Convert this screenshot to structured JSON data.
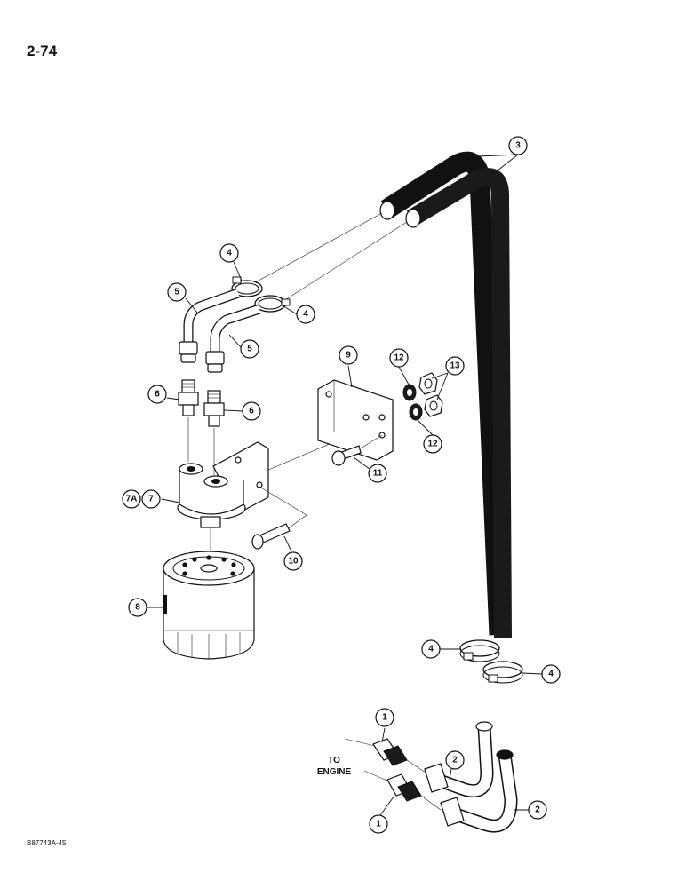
{
  "page": {
    "number": "2-74",
    "figure_code": "B87743A-45"
  },
  "notes": {
    "to_engine_line1": "TO",
    "to_engine_line2": "ENGINE"
  },
  "callouts": {
    "c1a": "1",
    "c1b": "1",
    "c2a": "2",
    "c2b": "2",
    "c3": "3",
    "c4a": "4",
    "c4b": "4",
    "c4c": "4",
    "c4d": "4",
    "c5a": "5",
    "c5b": "5",
    "c6a": "6",
    "c6b": "6",
    "c7a": "7A",
    "c7": "7",
    "c8": "8",
    "c9": "9",
    "c10": "10",
    "c11": "11",
    "c12a": "12",
    "c12b": "12",
    "c13": "13"
  }
}
